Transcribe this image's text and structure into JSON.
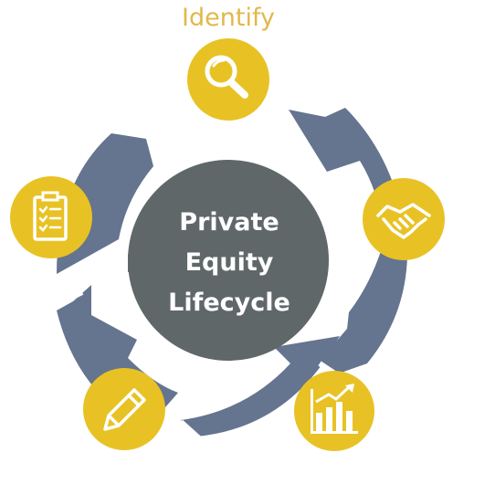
{
  "diagram": {
    "stage_label": "Identify",
    "center_lines": [
      "Private",
      "Equity",
      "Lifecycle"
    ],
    "colors": {
      "gold": "#e8c225",
      "gold_text": "#e0b94a",
      "arrow": "#65748f",
      "core": "#5f6769",
      "white": "#ffffff"
    },
    "nodes": [
      {
        "icon": "magnifier-icon"
      },
      {
        "icon": "handshake-icon"
      },
      {
        "icon": "growth-chart-icon"
      },
      {
        "icon": "pencil-icon"
      },
      {
        "icon": "checklist-icon"
      }
    ]
  }
}
